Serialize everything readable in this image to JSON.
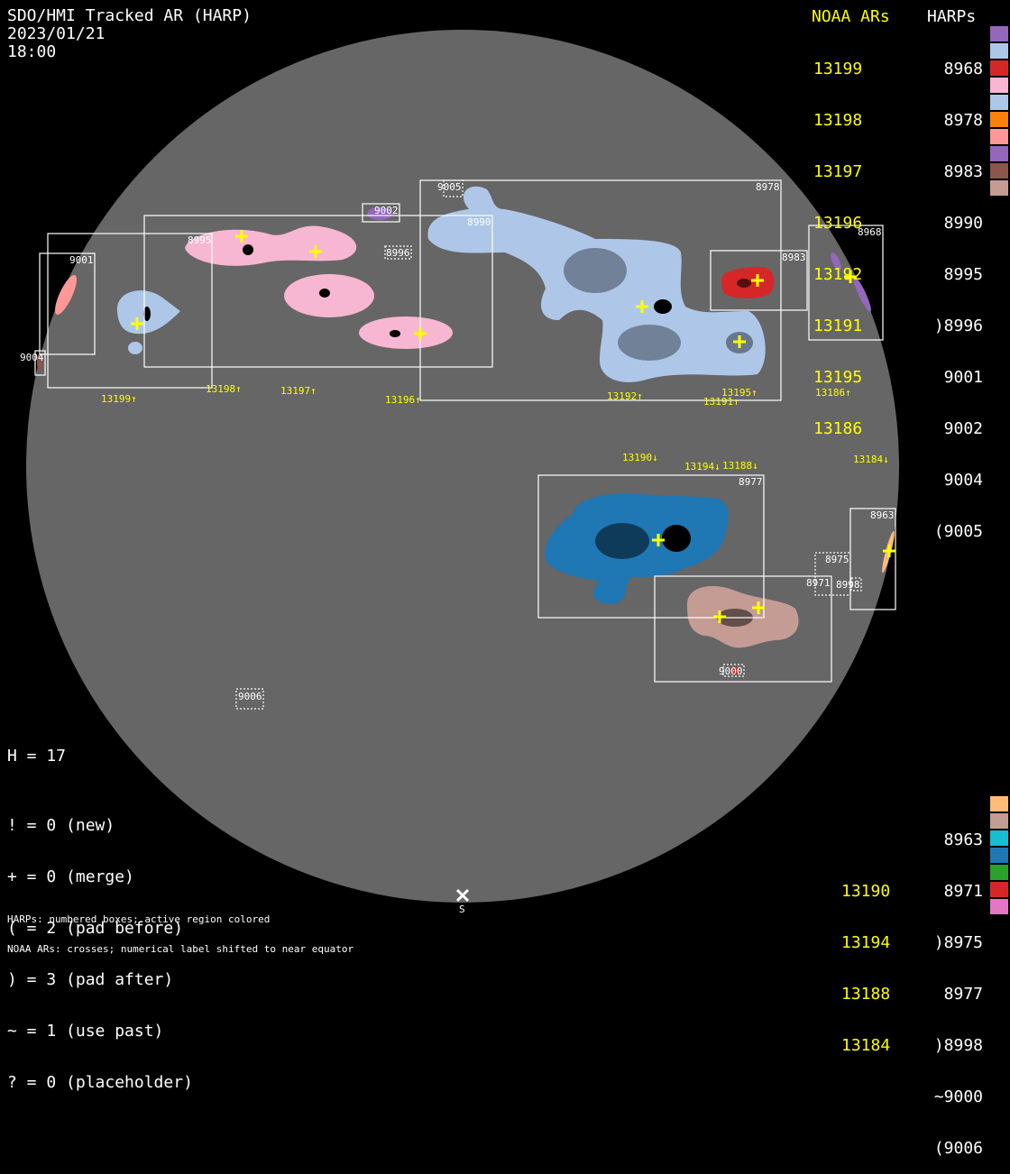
{
  "header": {
    "line1": "SDO/HMI Tracked AR (HARP)",
    "line2": "2023/01/21",
    "line3": "18:00"
  },
  "legend_top": {
    "noaa_title": "NOAA ARs",
    "harp_title": "HARPs",
    "noaa": [
      "13199",
      "13198",
      "13197",
      "13196",
      "13192",
      "13191",
      "13195",
      "13186"
    ],
    "harps": [
      {
        "label": "8968",
        "color": "#9467bd"
      },
      {
        "label": "8978",
        "color": "#aec7e8"
      },
      {
        "label": "8983",
        "color": "#d62728"
      },
      {
        "label": "8990",
        "color": "#f7b6d2"
      },
      {
        "label": "8995",
        "color": "#aec7e8"
      },
      {
        "label": ")8996",
        "color": "#ff7f0e"
      },
      {
        "label": "9001",
        "color": "#ff9896"
      },
      {
        "label": "9002",
        "color": "#9467bd"
      },
      {
        "label": "9004",
        "color": "#8c564b"
      },
      {
        "label": "(9005",
        "color": "#c49c94"
      }
    ]
  },
  "legend_bottom": {
    "noaa": [
      "13190",
      "13194",
      "13188",
      "13184"
    ],
    "harps": [
      {
        "label": "8963",
        "color": "#ffbb78"
      },
      {
        "label": "8971",
        "color": "#c49c94"
      },
      {
        "label": ")8975",
        "color": "#17becf"
      },
      {
        "label": "8977",
        "color": "#1f77b4"
      },
      {
        "label": ")8998",
        "color": "#2ca02c"
      },
      {
        "label": "~9000",
        "color": "#d62728"
      },
      {
        "label": "(9006",
        "color": "#e377c2"
      }
    ]
  },
  "stats": {
    "h": "H = 17",
    "lines": [
      "! = 0 (new)",
      "+ = 0 (merge)",
      "( = 2 (pad before)",
      ") = 3 (pad after)",
      "~ = 1 (use past)",
      "? = 0 (placeholder)"
    ]
  },
  "footer": {
    "line1": "HARPs: numbered boxes; active region colored",
    "line2": "NOAA ARs: crosses; numerical label shifted to near equator",
    "south_label": "S"
  },
  "map": {
    "box_labels": {
      "b9001": "9001",
      "b9004": "9004",
      "b8995": "8995",
      "b8990": "8990",
      "b9002": "9002",
      "b8996": "8996",
      "b9005": "9005",
      "b8978": "8978",
      "b8983": "8983",
      "b8968": "8968",
      "b8977": "8977",
      "b8971": "8971",
      "b9000": "9000",
      "b8975": "8975",
      "b8998": "8998",
      "b8963": "8963",
      "b9006": "9006"
    },
    "noaa_labels": {
      "n13199": "13199↑",
      "n13198": "13198↑",
      "n13197": "13197↑",
      "n13196": "13196↑",
      "n13192": "13192↑",
      "n13195": "13195↑",
      "n13191": "13191↑",
      "n13186": "13186↑",
      "n13190": "13190↓",
      "n13194": "13194↓",
      "n13188": "13188↓",
      "n13184": "13184↓"
    }
  }
}
